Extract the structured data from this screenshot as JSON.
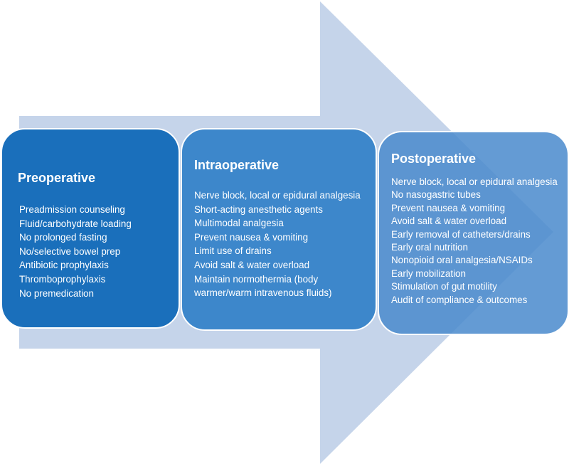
{
  "colors": {
    "arrow": "#c5d4ea",
    "preoperative_box": "#1a6fbb",
    "intraoperative_box": "#3d87cb",
    "postoperative_box": "#4989cc",
    "text": "#ffffff"
  },
  "phases": [
    {
      "title": "Preoperative",
      "items": [
        "Preadmission counseling",
        "Fluid/carbohydrate loading",
        "No prolonged fasting",
        "No/selective bowel prep",
        "Antibiotic prophylaxis",
        "Thromboprophylaxis",
        "No premedication"
      ]
    },
    {
      "title": "Intraoperative",
      "items": [
        "Nerve block, local or epidural analgesia",
        "Short-acting anesthetic agents",
        "Multimodal analgesia",
        "Prevent nausea & vomiting",
        "Limit use of drains",
        "Avoid salt & water overload",
        "Maintain normothermia (body warmer/warm intravenous fluids)"
      ]
    },
    {
      "title": "Postoperative",
      "items": [
        "Nerve block, local or epidural analgesia",
        "No nasogastric tubes",
        "Prevent nausea & vomiting",
        "Avoid salt & water overload",
        "Early removal of catheters/drains",
        "Early oral nutrition",
        "Nonopioid oral analgesia/NSAIDs",
        "Early mobilization",
        "Stimulation of gut motility",
        "Audit of compliance & outcomes"
      ]
    }
  ]
}
